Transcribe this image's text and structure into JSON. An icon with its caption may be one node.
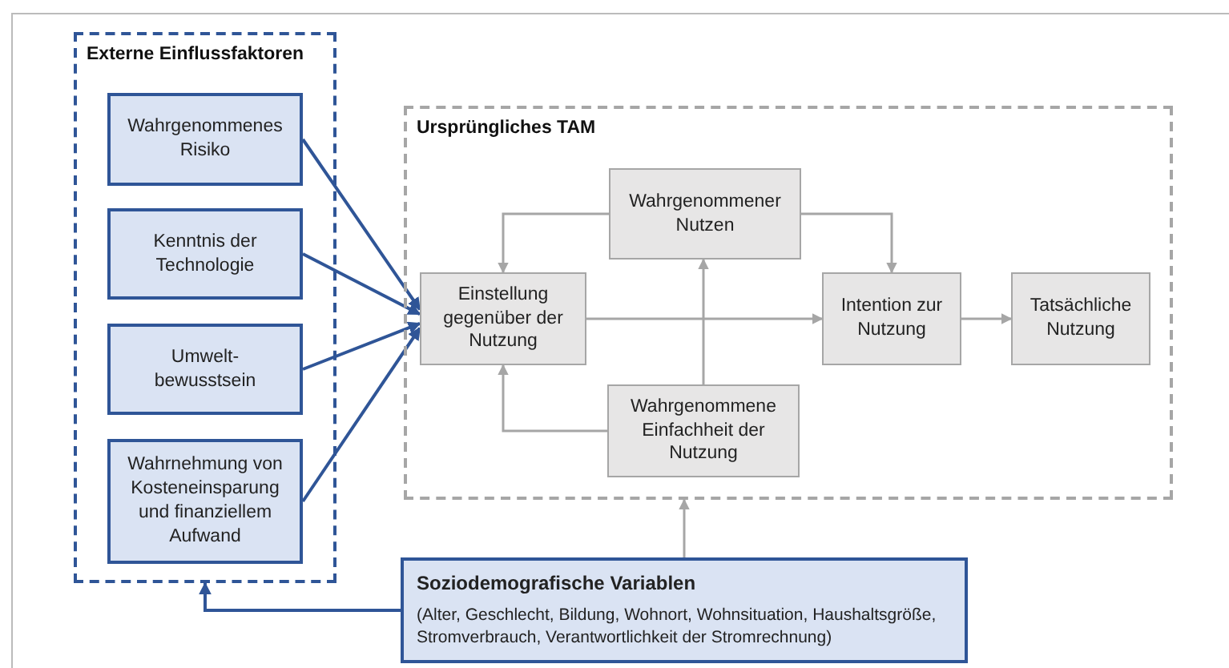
{
  "diagram": {
    "nodes": [
      {
        "text": [
          "Externe Einflussfaktoren"
        ]
      },
      {
        "text": [
          "Wahrgenommenes Risiko"
        ],
        "in": 0
      },
      {
        "text": [
          "Kenntnis der Technologie"
        ],
        "in": 0
      },
      {
        "text": [
          "Umwelt- bewusstsein"
        ],
        "in": 0
      },
      {
        "text": [
          "Wahrnehmung von Kosteneinsparung und finanziellem Aufwand"
        ],
        "in": 0
      },
      {
        "text": [
          "Ursprüngliches TAM"
        ]
      },
      {
        "text": [
          "Wahrgenommener Nutzen"
        ],
        "in": 5
      },
      {
        "text": [
          "Einstellung gegenüber der Nutzung"
        ],
        "in": 5
      },
      {
        "text": [
          "Intention zur Nutzung"
        ],
        "in": 5
      },
      {
        "text": [
          "Tatsächliche Nutzung"
        ],
        "in": 5
      },
      {
        "text": [
          "Wahrgenommene Einfachheit der Nutzung"
        ],
        "in": 5
      },
      {
        "text": [
          "Soziodemografische Variablen",
          "(Alter, Geschlecht, Bildung, Wohnort, Wohnsituation, Haushaltsgröße, Stromverbrauch, Verantwortlichkeit der Stromrechnung)"
        ]
      }
    ],
    "edges": [
      {
        "from": 1,
        "to": 7,
        "arrow": "to",
        "color": "#2f5597"
      },
      {
        "from": 2,
        "to": 7,
        "arrow": "to",
        "color": "#2f5597"
      },
      {
        "from": 3,
        "to": 7,
        "arrow": "to",
        "color": "#2f5597"
      },
      {
        "from": 4,
        "to": 7,
        "arrow": "to",
        "color": "#2f5597"
      },
      {
        "from": 6,
        "to": 7,
        "arrow": "to"
      },
      {
        "from": 6,
        "to": 8,
        "arrow": "to"
      },
      {
        "from": 7,
        "to": 8,
        "arrow": "to"
      },
      {
        "from": 8,
        "to": 9,
        "arrow": "to"
      },
      {
        "from": 10,
        "to": 6,
        "arrow": "to"
      },
      {
        "from": 10,
        "to": 7,
        "arrow": "to"
      },
      {
        "from": 11,
        "to": 5,
        "arrow": "to"
      },
      {
        "from": 11,
        "to": 0,
        "arrow": "to",
        "color": "#2f5597"
      }
    ]
  }
}
